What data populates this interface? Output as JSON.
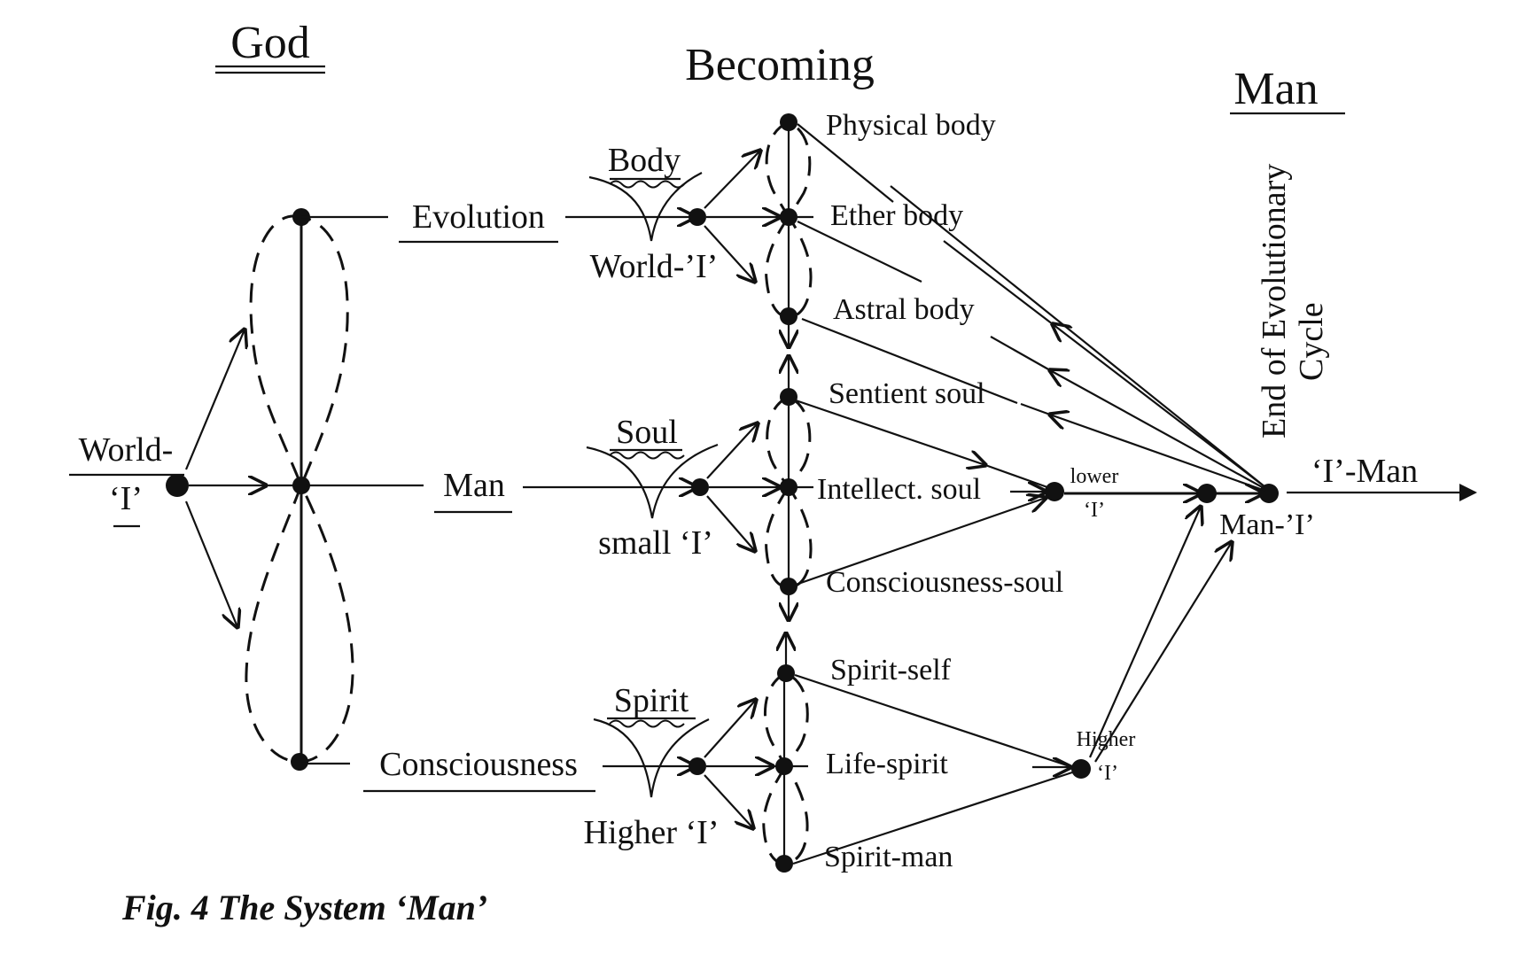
{
  "headings": {
    "god": "God",
    "becoming": "Becoming",
    "man": "Man"
  },
  "left": {
    "world_i_line1": "World-",
    "world_i_line2": "‘I’",
    "evolution": "Evolution",
    "man": "Man",
    "consciousness": "Consciousness"
  },
  "groups": {
    "body": "Body",
    "soul": "Soul",
    "spirit": "Spirit",
    "world_i": "World-’I’",
    "small_i": "small ‘I’",
    "higher_i": "Higher ‘I’"
  },
  "members": {
    "physical_body": "Physical body",
    "ether_body": "Ether body",
    "astral_body": "Astral body",
    "sentient_soul": "Sentient soul",
    "intellect_soul": "Intellect. soul",
    "consciousness_soul": "Consciousness-soul",
    "spirit_self": "Spirit-self",
    "life_spirit": "Life-spirit",
    "spirit_man": "Spirit-man"
  },
  "right": {
    "lower_i_line1": "lower",
    "lower_i_line2": "‘I’",
    "higher_i_line1": "Higher",
    "higher_i_line2": "‘I’",
    "man_i": "Man-’I’",
    "i_man": "‘I’-Man",
    "cycle_line1": "End of Evolutionary",
    "cycle_line2": "Cycle"
  },
  "caption": "Fig. 4 The System ‘Man’"
}
